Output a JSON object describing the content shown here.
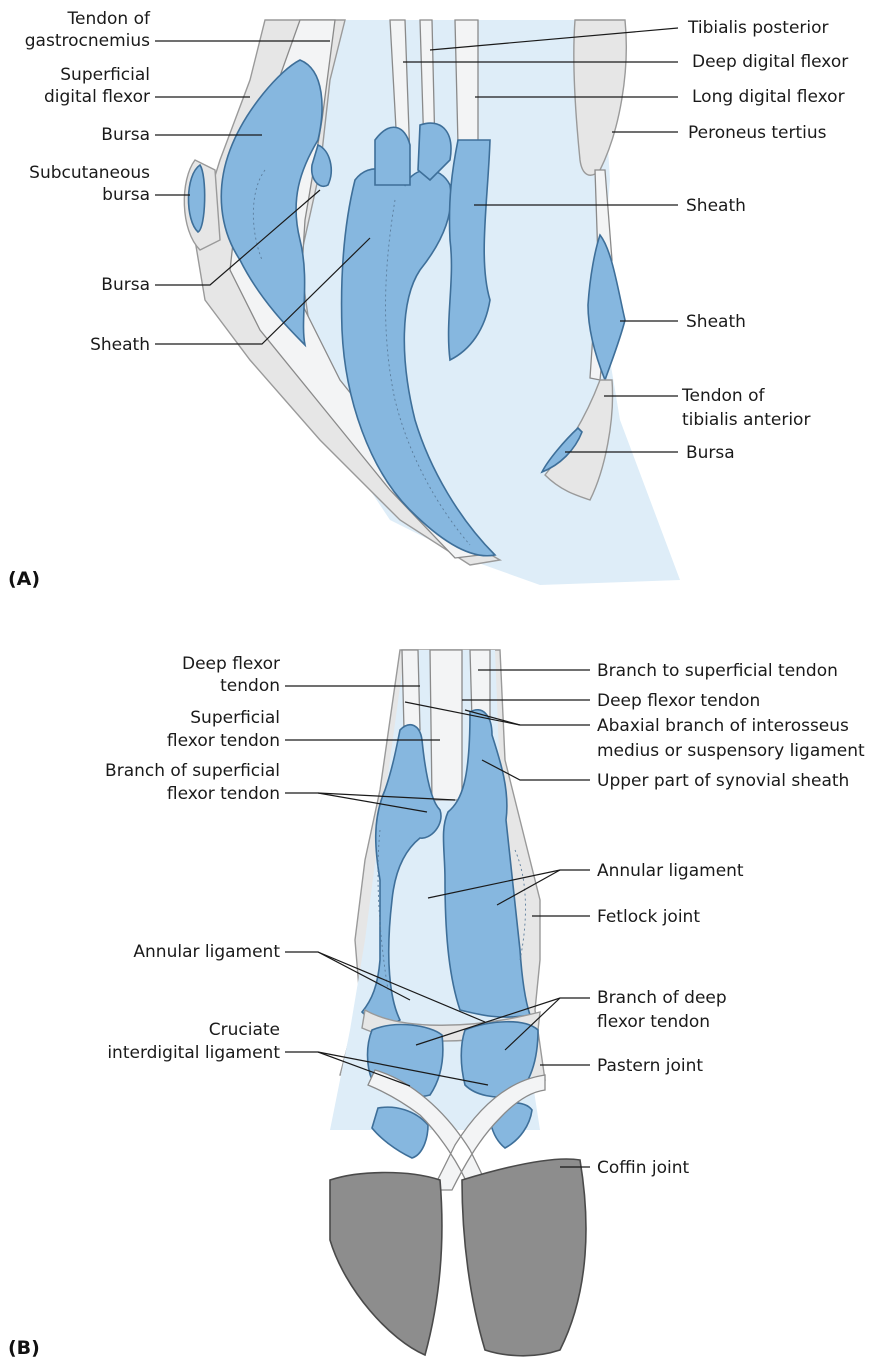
{
  "panel_a": {
    "tag": "(A)",
    "labels": {
      "tendon_of_gastrocnemius_1": "Tendon of",
      "tendon_of_gastrocnemius_2": "gastrocnemius",
      "superficial_digital_flexor_1": "Superficial",
      "superficial_digital_flexor_2": "digital flexor",
      "bursa_upper": "Bursa",
      "subcutaneous_bursa_1": "Subcutaneous",
      "subcutaneous_bursa_2": "bursa",
      "bursa_lower": "Bursa",
      "sheath_left": "Sheath",
      "tibialis_posterior": "Tibialis posterior",
      "deep_digital_flexor": "Deep digital flexor",
      "long_digital_flexor": "Long digital flexor",
      "peroneus_tertius": "Peroneus tertius",
      "sheath_right_upper": "Sheath",
      "sheath_right_lower": "Sheath",
      "tendon_of_tibialis_anterior_1": "Tendon of",
      "tendon_of_tibialis_anterior_2": "tibialis anterior",
      "bursa_right": "Bursa"
    }
  },
  "panel_b": {
    "tag": "(B)",
    "labels": {
      "deep_flexor_tendon_left_1": "Deep flexor",
      "deep_flexor_tendon_left_2": "tendon",
      "superficial_flexor_tendon_1": "Superficial",
      "superficial_flexor_tendon_2": "flexor tendon",
      "branch_superficial_flexor_1": "Branch of superficial",
      "branch_superficial_flexor_2": "flexor tendon",
      "annular_ligament_left": "Annular ligament",
      "cruciate_1": "Cruciate",
      "cruciate_2": "interdigital ligament",
      "branch_to_superficial_tendon": "Branch to superficial tendon",
      "deep_flexor_tendon_right": "Deep flexor tendon",
      "abaxial_branch_1": "Abaxial branch of interosseus",
      "abaxial_branch_2": "medius or suspensory ligament",
      "upper_synovial_sheath": "Upper part of synovial sheath",
      "annular_ligament_right": "Annular ligament",
      "fetlock_joint": "Fetlock joint",
      "branch_deep_flexor_1": "Branch of deep",
      "branch_deep_flexor_2": "flexor tendon",
      "pastern_joint": "Pastern joint",
      "coffin_joint": "Coffin joint"
    }
  },
  "colors": {
    "synovial_blue": "#86b7df",
    "soft_tissue": "#deedf8",
    "bone_grey": "#e6e6e6",
    "hoof_grey": "#8d8d8d"
  }
}
